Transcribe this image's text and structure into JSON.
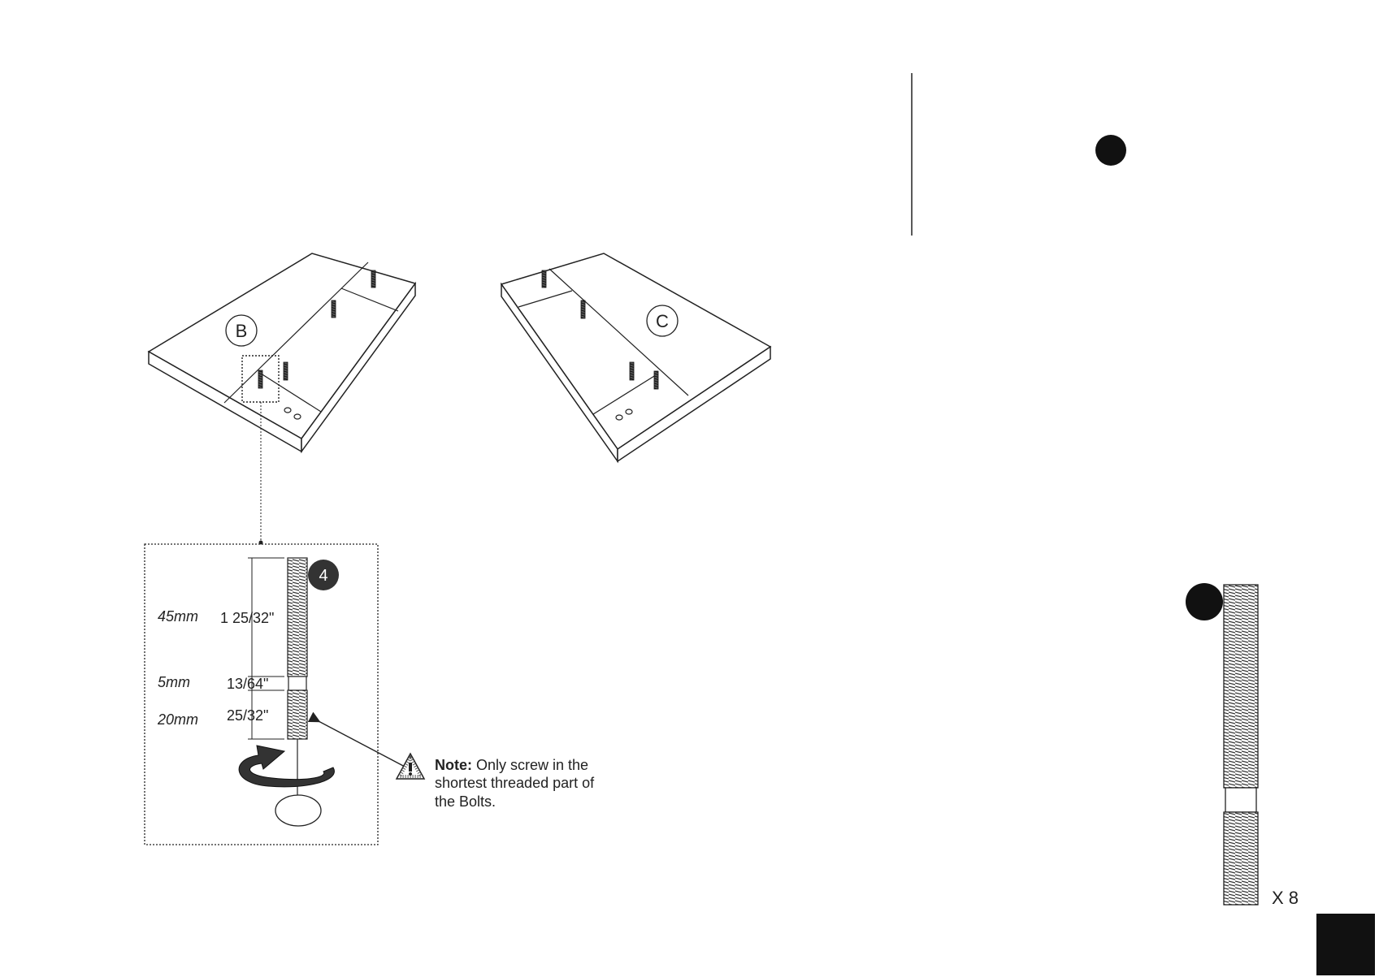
{
  "panels": {
    "left_label": "B",
    "right_label": "C"
  },
  "detail": {
    "part_number": "4",
    "dimensions": [
      {
        "metric": "45mm",
        "imperial": "1 25/32\""
      },
      {
        "metric": "5mm",
        "imperial": "13/64\""
      },
      {
        "metric": "20mm",
        "imperial": "25/32\""
      }
    ]
  },
  "note": {
    "label": "Note:",
    "line1": " Only screw in the",
    "line2": "shortest threaded part of",
    "line3": "the Bolts."
  },
  "hardware": {
    "quantity": "X 8"
  },
  "colors": {
    "ink": "#222222",
    "paper": "#ffffff"
  }
}
